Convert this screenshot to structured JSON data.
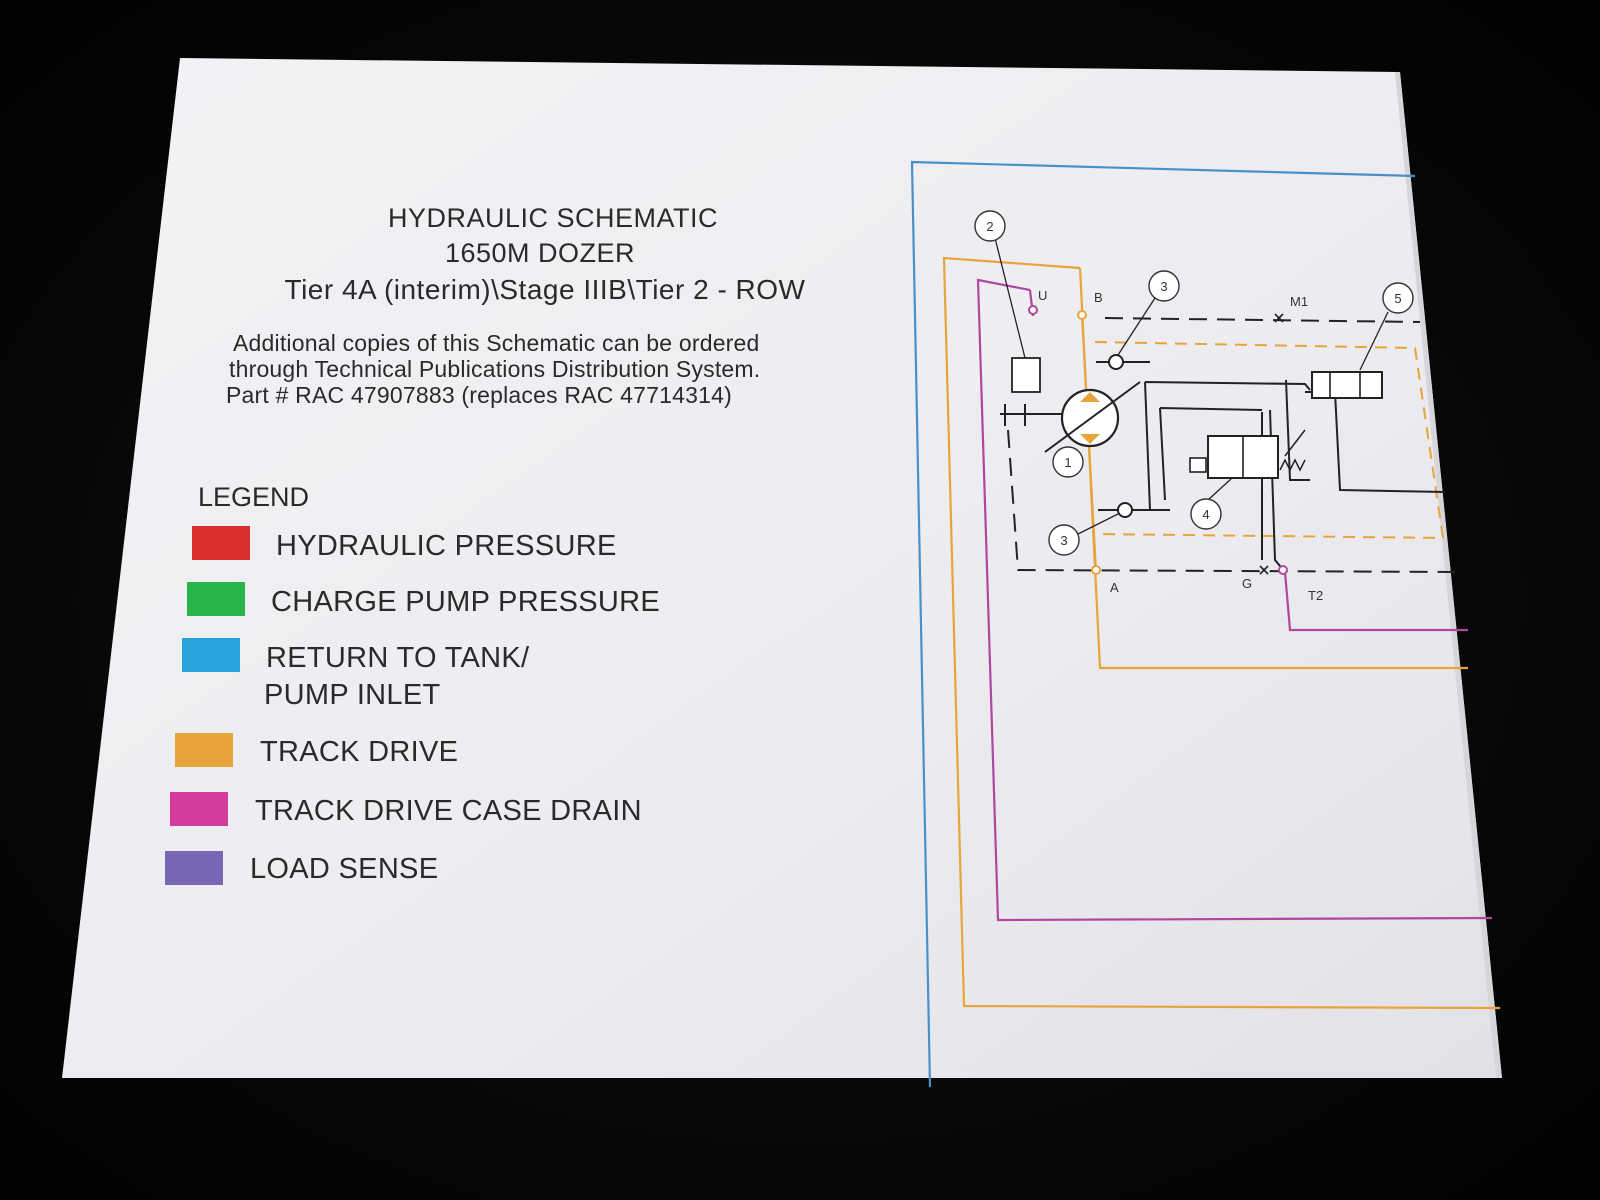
{
  "header": {
    "title": "HYDRAULIC SCHEMATIC",
    "model": "1650M DOZER",
    "tier": "Tier 4A (interim)\\Stage IIIB\\Tier 2 - ROW"
  },
  "ordering_note": {
    "line1": "Additional copies of this Schematic can be ordered",
    "line2": "through Technical Publications Distribution System.",
    "line3": "Part # RAC 47907883 (replaces RAC 47714314)"
  },
  "legend": {
    "title": "LEGEND",
    "items": [
      {
        "label": "HYDRAULIC PRESSURE",
        "color": "#d8302f"
      },
      {
        "label": "CHARGE PUMP PRESSURE",
        "color": "#28b34b"
      },
      {
        "label": "RETURN TO TANK/",
        "label2": "PUMP INLET",
        "color": "#2aa3dc"
      },
      {
        "label": "TRACK DRIVE",
        "color": "#e8a43c"
      },
      {
        "label": "TRACK DRIVE CASE DRAIN",
        "color": "#d23c9c"
      },
      {
        "label": "LOAD SENSE",
        "color": "#7766b4"
      }
    ]
  },
  "schematic": {
    "callouts": [
      "2",
      "3",
      "5",
      "1",
      "4",
      "3"
    ],
    "ports": {
      "u": "U",
      "b": "B",
      "m1": "M1",
      "a": "A",
      "g": "G",
      "t2": "T2"
    },
    "colors": {
      "frame": "#4a90c8",
      "track_drive": "#e8a43c",
      "case_drain": "#b0479e",
      "line": "#222222"
    }
  }
}
